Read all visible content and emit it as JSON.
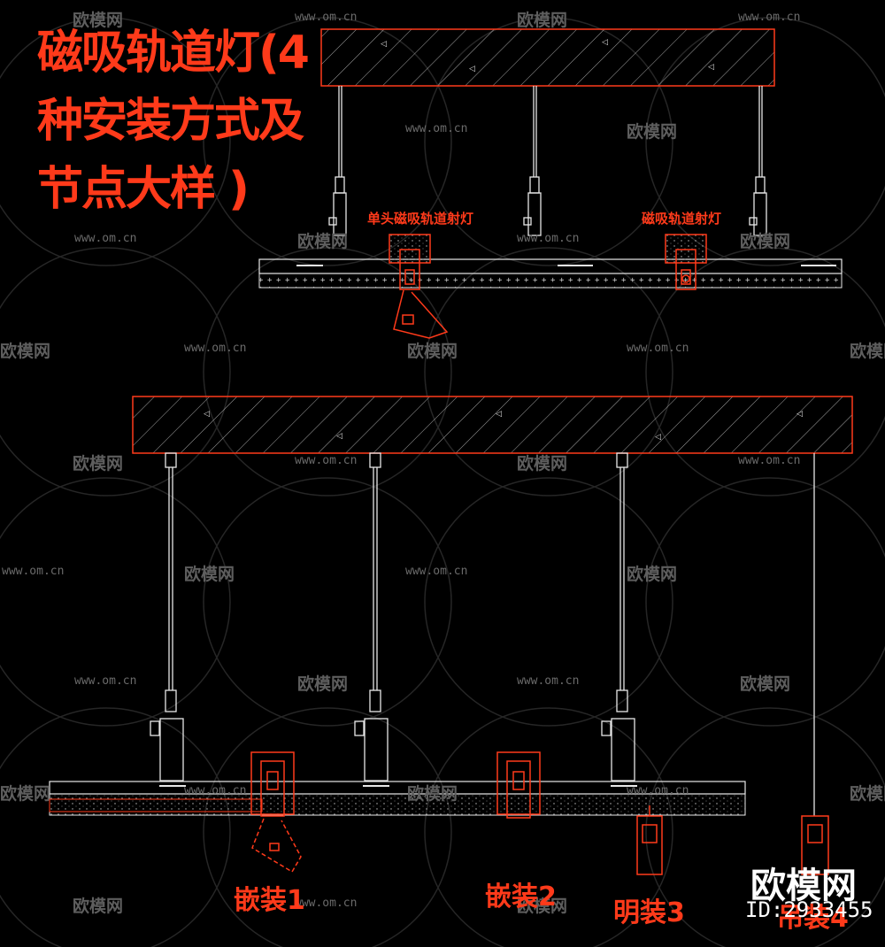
{
  "title": "磁吸轨道灯(4种安装方式及节点大样 )",
  "labels": {
    "single_head": "单头磁吸轨道射灯",
    "track_spot": "磁吸轨道射灯",
    "embed1": "嵌装1",
    "embed2": "嵌装2",
    "surface3": "明装3",
    "pendant4": "吊装4"
  },
  "watermark": {
    "url": "www.om.cn",
    "brand": "欧模网"
  },
  "brand": {
    "name": "欧模网",
    "id": "ID:2933455"
  },
  "colors": {
    "background": "#000000",
    "accent": "#ff3a1a",
    "line": "#e8e8e8",
    "watermark": "#5e5e5e"
  }
}
